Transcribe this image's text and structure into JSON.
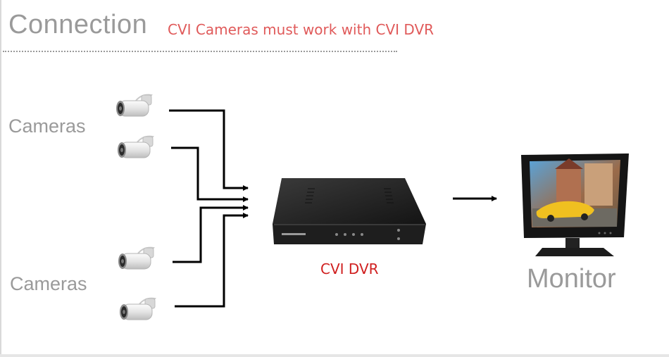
{
  "header": {
    "title": "Connection",
    "subtitle": "CVI Cameras must work with CVI DVR"
  },
  "labels": {
    "cameras_top": "Cameras",
    "cameras_bottom": "Cameras",
    "dvr": "CVI DVR",
    "monitor": "Monitor"
  },
  "colors": {
    "grey_text": "#9a9a9a",
    "subtitle": "#e05a5a",
    "dvr_label": "#d02020",
    "arrow": "#000000"
  },
  "icons": [
    "bullet-camera-icon",
    "dvr-icon",
    "monitor-icon",
    "arrow-icon"
  ]
}
